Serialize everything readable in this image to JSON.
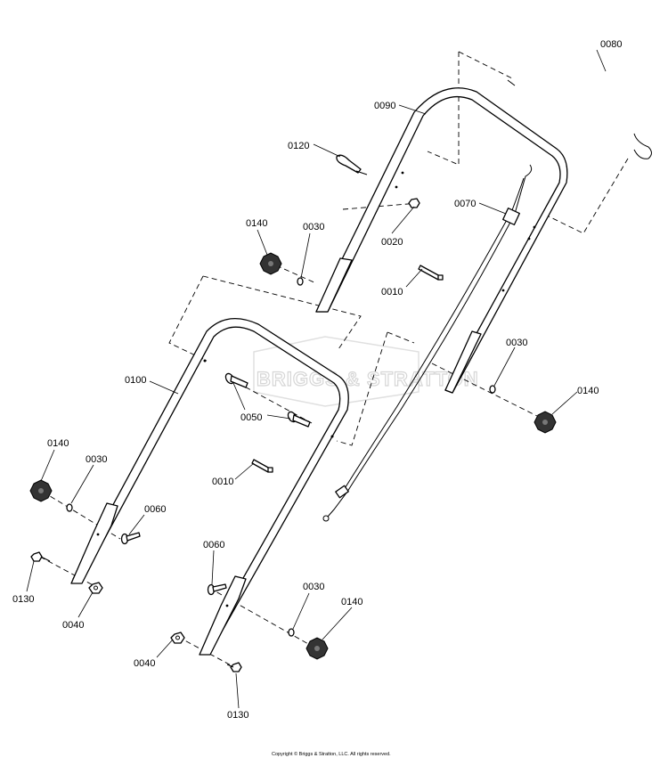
{
  "watermark": "BRIGGS & STRATTON",
  "copyright": "Copyright © Briggs & Stratton, LLC. All rights reserved.",
  "callouts": {
    "c0080": "0080",
    "c0090": "0090",
    "c0120": "0120",
    "c0070": "0070",
    "c0140_upper": "0140",
    "c0030_upper": "0030",
    "c0020": "0020",
    "c0010_upper": "0010",
    "c0030_right": "0030",
    "c0140_right": "0140",
    "c0100": "0100",
    "c0050": "0050",
    "c0010_lower": "0010",
    "c0140_left": "0140",
    "c0030_left": "0030",
    "c0060_left": "0060",
    "c0130_left": "0130",
    "c0040_left": "0040",
    "c0060_mid": "0060",
    "c0030_lower": "0030",
    "c0140_lower": "0140",
    "c0040_lower": "0040",
    "c0130_lower": "0130"
  }
}
